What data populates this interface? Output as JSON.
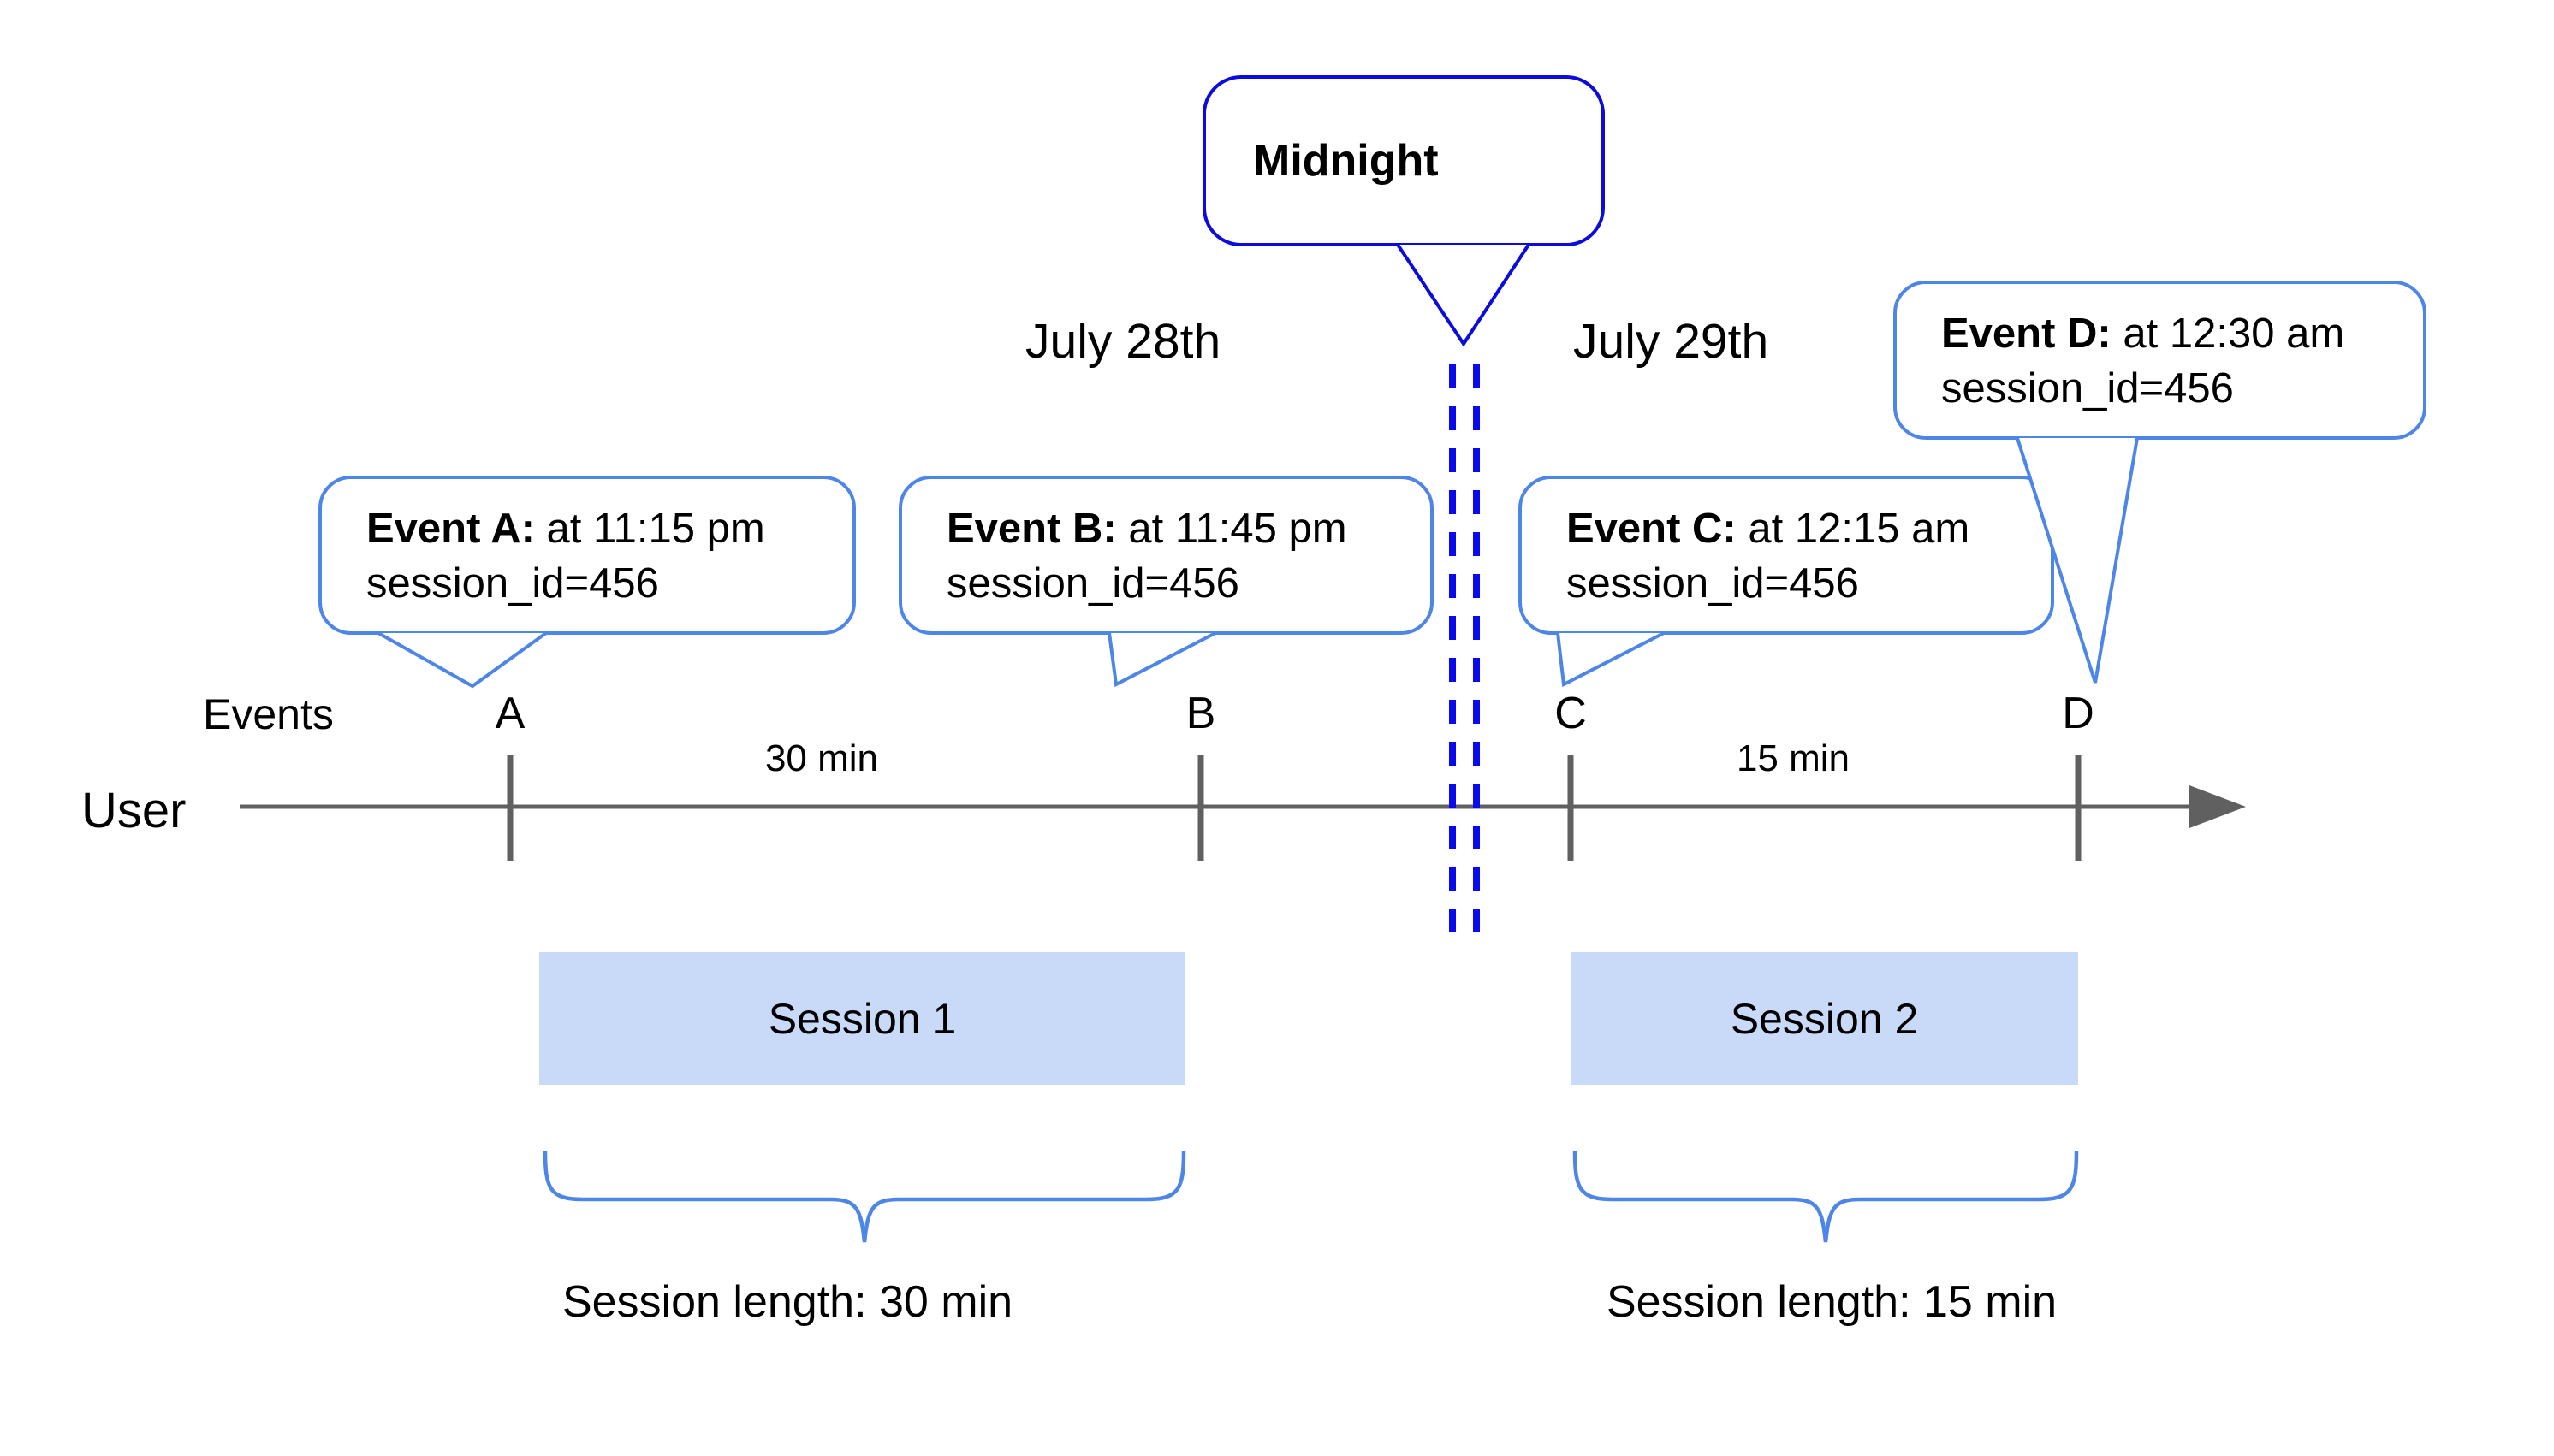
{
  "dates": {
    "left": "July 28th",
    "right": "July 29th"
  },
  "midnight_label": "Midnight",
  "axis": {
    "events_label": "Events",
    "user_label": "User"
  },
  "intervals": {
    "a_to_b": "30 min",
    "c_to_d": "15 min"
  },
  "events": [
    {
      "tick": "A",
      "bold": "Event A:",
      "text": " at 11:15 pm",
      "line2": "session_id=456"
    },
    {
      "tick": "B",
      "bold": "Event B:",
      "text": " at 11:45 pm",
      "line2": "session_id=456"
    },
    {
      "tick": "C",
      "bold": "Event C:",
      "text": " at 12:15 am",
      "line2": "session_id=456"
    },
    {
      "tick": "D",
      "bold": "Event D:",
      "text": " at 12:30 am",
      "line2": "session_id=456"
    }
  ],
  "sessions": [
    {
      "name": "Session 1",
      "length": "Session length: 30 min"
    },
    {
      "name": "Session 2",
      "length": "Session length: 15 min"
    }
  ],
  "colors": {
    "bubble_border": "#4e86e8",
    "midnight_border": "#0b0bdd",
    "dashed_line": "#0a0af0",
    "session_fill": "#c9daf8",
    "axis_gray": "#606060"
  }
}
